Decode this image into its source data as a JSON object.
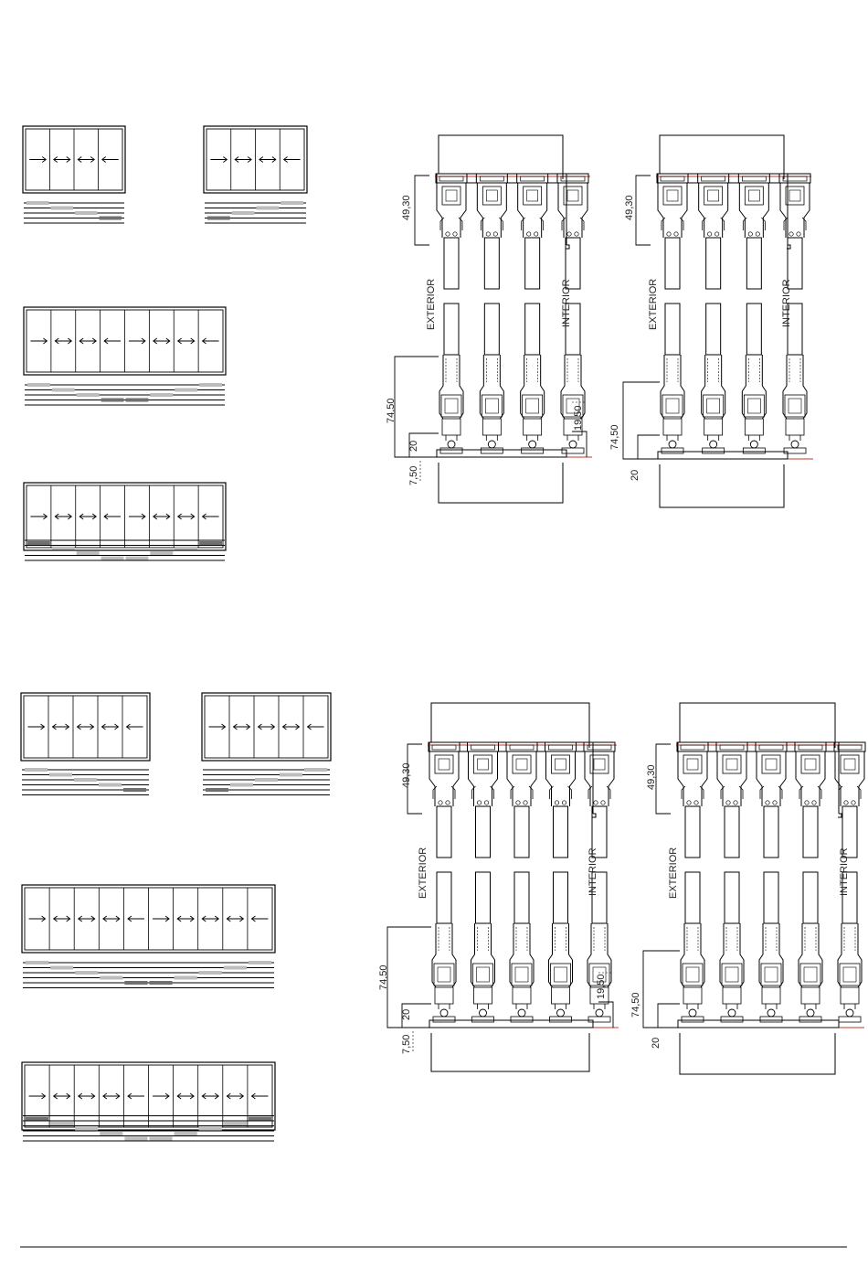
{
  "labels": {
    "exterior": "EXTERIOR",
    "interior": "INTERIOR"
  },
  "dimensions": {
    "head": "49,30",
    "sill": "74,50",
    "track_step": "20",
    "small_step": "7,50",
    "threshold": "19,50"
  },
  "elevations": [
    {
      "id": "4L",
      "arrows": [
        "right",
        "both",
        "both",
        "left"
      ],
      "bars": [
        1,
        2,
        3,
        4
      ]
    },
    {
      "id": "4R",
      "arrows": [
        "right",
        "both",
        "both",
        "left"
      ],
      "bars": [
        4,
        3,
        2,
        1
      ]
    },
    {
      "id": "8-down",
      "arrows": [
        "right",
        "both",
        "both",
        "left",
        "right",
        "both",
        "both",
        "left"
      ],
      "bars": [
        1,
        2,
        3,
        4,
        4,
        3,
        2,
        1
      ]
    },
    {
      "id": "8-up",
      "arrows": [
        "right",
        "both",
        "both",
        "left",
        "right",
        "both",
        "both",
        "left"
      ],
      "bars": [
        4,
        3,
        2,
        1,
        1,
        2,
        3,
        4
      ]
    },
    {
      "id": "5L",
      "arrows": [
        "right",
        "both",
        "both",
        "both",
        "left"
      ],
      "bars": [
        1,
        2,
        3,
        4,
        5
      ]
    },
    {
      "id": "5R",
      "arrows": [
        "right",
        "both",
        "both",
        "both",
        "left"
      ],
      "bars": [
        5,
        4,
        3,
        2,
        1
      ]
    },
    {
      "id": "10-down",
      "arrows": [
        "right",
        "both",
        "both",
        "both",
        "left",
        "right",
        "both",
        "both",
        "both",
        "left"
      ],
      "bars": [
        1,
        2,
        3,
        4,
        5,
        5,
        4,
        3,
        2,
        1
      ]
    },
    {
      "id": "10-up",
      "arrows": [
        "right",
        "both",
        "both",
        "both",
        "left",
        "right",
        "both",
        "both",
        "both",
        "left"
      ],
      "bars": [
        5,
        4,
        3,
        2,
        1,
        1,
        2,
        3,
        4,
        5
      ]
    }
  ]
}
